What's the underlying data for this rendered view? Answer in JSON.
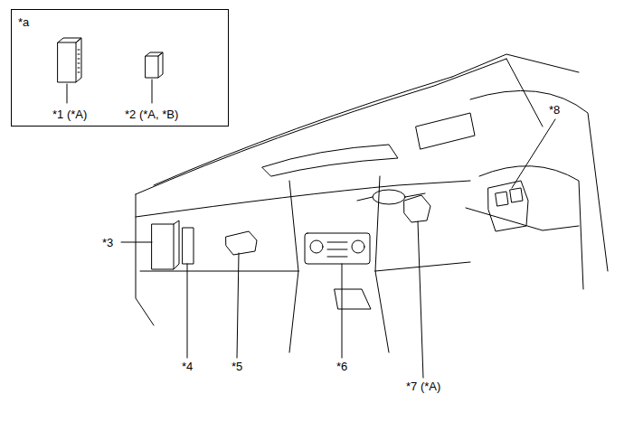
{
  "diagram": {
    "nodes": [
      {
        "text": [
          "*a",
          "*1 (*A)",
          "*2 (*A, *B)"
        ]
      }
    ],
    "labels": [
      "*3",
      "*4",
      "*5",
      "*6",
      "*7 (*A)",
      "*8"
    ]
  }
}
